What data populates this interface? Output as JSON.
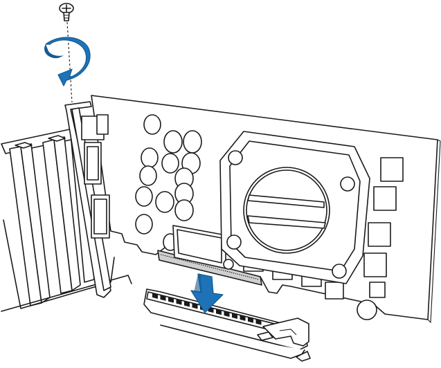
{
  "diagram": {
    "kind": "installation-illustration",
    "labels": [],
    "colors": {
      "line": "#1a1a1a",
      "fill": "#ffffff",
      "arrow": "#1e73b8",
      "arrow_dark": "#155a92",
      "contacts": "#c8c8c8"
    },
    "parts": [
      {
        "name": "screw",
        "icon": "screw-icon"
      },
      {
        "name": "rotation-arrow",
        "icon": "curved-arrow-icon"
      },
      {
        "name": "expansion-card",
        "icon": "graphics-card-icon"
      },
      {
        "name": "insert-arrow",
        "icon": "down-arrow-icon"
      },
      {
        "name": "pcie-slot",
        "icon": "slot-icon"
      },
      {
        "name": "case-brackets",
        "icon": "bracket-icon"
      }
    ]
  }
}
